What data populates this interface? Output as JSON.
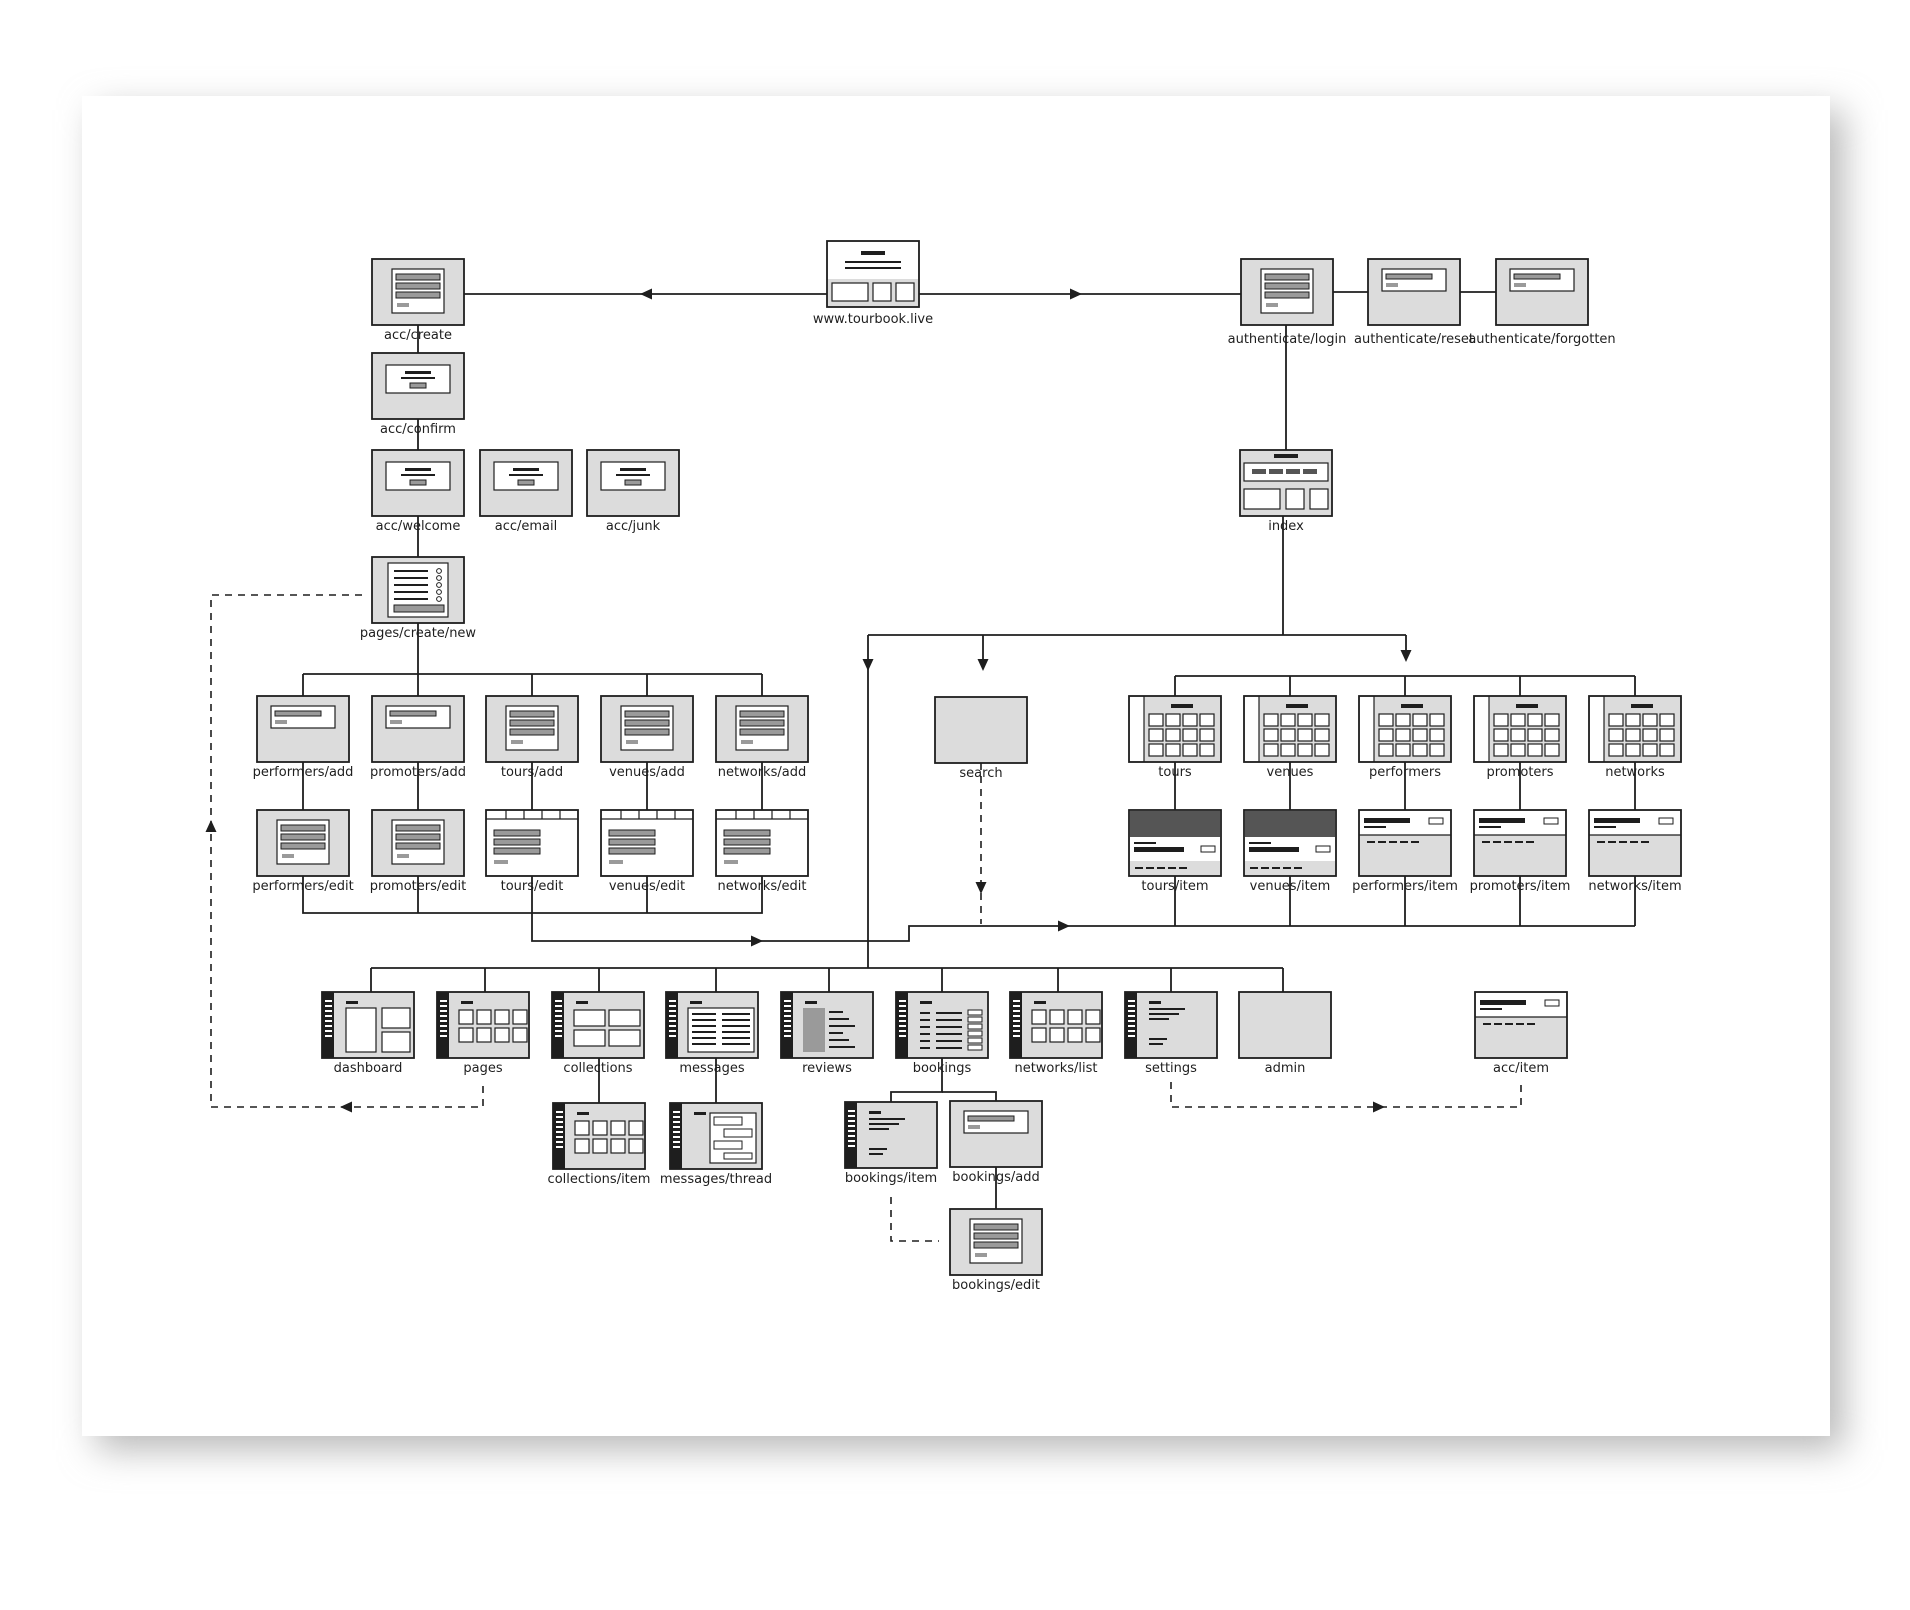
{
  "diagram": {
    "nodes": [
      {
        "id": "home",
        "label": "www.tourbook.live",
        "icon": "home-page-thumbnail"
      },
      {
        "id": "acc_create",
        "label": "acc/create",
        "icon": "form-thumbnail"
      },
      {
        "id": "acc_confirm",
        "label": "acc/confirm",
        "icon": "notice-thumbnail"
      },
      {
        "id": "acc_welcome",
        "label": "acc/welcome",
        "icon": "notice-thumbnail"
      },
      {
        "id": "acc_email",
        "label": "acc/email",
        "icon": "notice-thumbnail"
      },
      {
        "id": "acc_junk",
        "label": "acc/junk",
        "icon": "notice-thumbnail"
      },
      {
        "id": "pages_create_new",
        "label": "pages/create/new",
        "icon": "list-form-thumbnail"
      },
      {
        "id": "auth_login",
        "label": "authenticate/login",
        "icon": "form-thumbnail"
      },
      {
        "id": "auth_reset",
        "label": "authenticate/reset",
        "icon": "small-form-thumbnail"
      },
      {
        "id": "auth_forgotten",
        "label": "authenticate/forgotten",
        "icon": "small-form-thumbnail"
      },
      {
        "id": "index",
        "label": "index",
        "icon": "index-thumbnail"
      },
      {
        "id": "performers_add",
        "label": "performers/add",
        "icon": "small-form-thumbnail"
      },
      {
        "id": "promoters_add",
        "label": "promoters/add",
        "icon": "small-form-thumbnail"
      },
      {
        "id": "tours_add",
        "label": "tours/add",
        "icon": "form-thumbnail"
      },
      {
        "id": "venues_add",
        "label": "venues/add",
        "icon": "form-thumbnail"
      },
      {
        "id": "networks_add",
        "label": "networks/add",
        "icon": "form-thumbnail"
      },
      {
        "id": "performers_edit",
        "label": "performers/edit",
        "icon": "form-thumbnail"
      },
      {
        "id": "promoters_edit",
        "label": "promoters/edit",
        "icon": "form-thumbnail"
      },
      {
        "id": "tours_edit",
        "label": "tours/edit",
        "icon": "tabbed-form-thumbnail"
      },
      {
        "id": "venues_edit",
        "label": "venues/edit",
        "icon": "tabbed-form-thumbnail"
      },
      {
        "id": "networks_edit",
        "label": "networks/edit",
        "icon": "tabbed-form-thumbnail"
      },
      {
        "id": "search",
        "label": "search",
        "icon": "blank-thumbnail"
      },
      {
        "id": "tours",
        "label": "tours",
        "icon": "grid-thumbnail"
      },
      {
        "id": "venues",
        "label": "venues",
        "icon": "grid-thumbnail"
      },
      {
        "id": "performers",
        "label": "performers",
        "icon": "grid-thumbnail"
      },
      {
        "id": "promoters",
        "label": "promoters",
        "icon": "grid-thumbnail"
      },
      {
        "id": "networks",
        "label": "networks",
        "icon": "grid-thumbnail"
      },
      {
        "id": "tours_item",
        "label": "tours/item",
        "icon": "item-dark-thumbnail"
      },
      {
        "id": "venues_item",
        "label": "venues/item",
        "icon": "item-dark-thumbnail"
      },
      {
        "id": "performers_item",
        "label": "performers/item",
        "icon": "item-thumbnail"
      },
      {
        "id": "promoters_item",
        "label": "promoters/item",
        "icon": "item-thumbnail"
      },
      {
        "id": "networks_item",
        "label": "networks/item",
        "icon": "item-thumbnail"
      },
      {
        "id": "dashboard",
        "label": "dashboard",
        "icon": "dashboard-thumbnail"
      },
      {
        "id": "pages",
        "label": "pages",
        "icon": "sidebar-grid-thumbnail"
      },
      {
        "id": "collections",
        "label": "collections",
        "icon": "sidebar-cards-thumbnail"
      },
      {
        "id": "messages",
        "label": "messages",
        "icon": "sidebar-list-thumbnail"
      },
      {
        "id": "reviews",
        "label": "reviews",
        "icon": "sidebar-reviews-thumbnail"
      },
      {
        "id": "bookings",
        "label": "bookings",
        "icon": "sidebar-bookings-thumbnail"
      },
      {
        "id": "networks_list",
        "label": "networks/list",
        "icon": "sidebar-grid-thumbnail"
      },
      {
        "id": "settings",
        "label": "settings",
        "icon": "sidebar-text-thumbnail"
      },
      {
        "id": "admin",
        "label": "admin",
        "icon": "blank-thumbnail"
      },
      {
        "id": "acc_item",
        "label": "acc/item",
        "icon": "item-thumbnail"
      },
      {
        "id": "collections_item",
        "label": "collections/item",
        "icon": "sidebar-grid-thumbnail"
      },
      {
        "id": "messages_thread",
        "label": "messages/thread",
        "icon": "sidebar-thread-thumbnail"
      },
      {
        "id": "bookings_item",
        "label": "bookings/item",
        "icon": "sidebar-text-thumbnail"
      },
      {
        "id": "bookings_add",
        "label": "bookings/add",
        "icon": "small-form-thumbnail"
      },
      {
        "id": "bookings_edit",
        "label": "bookings/edit",
        "icon": "form-thumbnail"
      }
    ],
    "colors": {
      "line": "#1e1e1e",
      "node_fill": "#dcdcdc",
      "panel": "#ffffff",
      "bar": "#9a9a9a",
      "dark": "#1e1e1e",
      "header_dark": "#555555",
      "shadow": "#b9b9b9"
    }
  }
}
